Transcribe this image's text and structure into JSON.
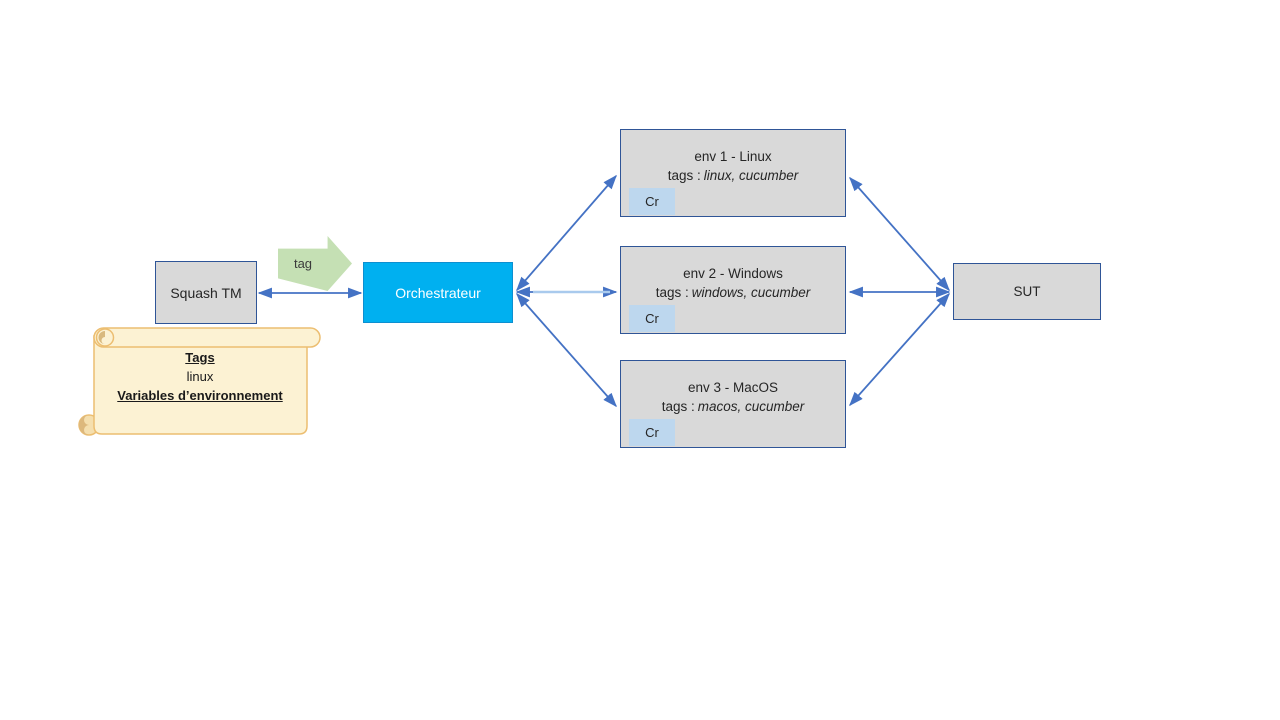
{
  "diagram": {
    "squash_box": {
      "label": "Squash TM"
    },
    "tag_arrow": {
      "label": "tag"
    },
    "orchestrator_box": {
      "label": "Orchestrateur"
    },
    "sut_box": {
      "label": "SUT"
    },
    "env_boxes": [
      {
        "title": "env 1 - Linux",
        "tags_label": "tags :",
        "tags_value": "linux, cucumber",
        "badge": "Cr"
      },
      {
        "title": "env 2 - Windows",
        "tags_label": "tags :",
        "tags_value": "windows, cucumber",
        "badge": "Cr"
      },
      {
        "title": "env 3 - MacOS",
        "tags_label": "tags :",
        "tags_value": "macos, cucumber",
        "badge": "Cr"
      }
    ],
    "note": {
      "line1": "Tags",
      "line2": "linux",
      "line3": "Variables d’environnement"
    }
  },
  "colors": {
    "arrow": "#4472C4",
    "arrow_highlight": "#A9CAED",
    "box_fill": "#D9D9D9",
    "box_border": "#2F5597",
    "orchestrator_fill": "#00B0F0",
    "orchestrator_text": "#FFFFFF",
    "tag_arrow_fill": "#C5E0B4",
    "badge_fill": "#BDD7EE",
    "note_fill": "#FCF2D3",
    "note_border": "#ECBE71"
  }
}
